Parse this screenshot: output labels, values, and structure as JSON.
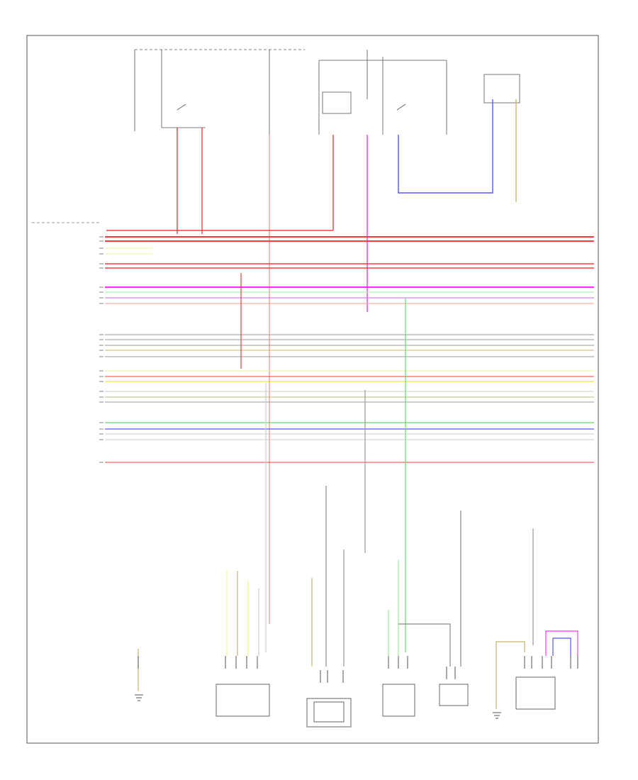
{
  "page": {
    "footer_code": ""
  },
  "colors": {
    "frame": "#555555",
    "red": "#ff3b3b",
    "pink": "#ff9a9a",
    "magenta": "#ff33ff",
    "violet": "#cc66ff",
    "blue": "#5555ff",
    "green": "#66dd66",
    "light_green": "#99ee99",
    "yellow": "#e6e600",
    "light_yellow": "#f2f28c",
    "tan": "#c8b46e",
    "gray": "#9a9a9a",
    "black": "#222222",
    "light_gray": "#cccccc"
  },
  "wires": [
    {
      "color": "red",
      "label": ""
    },
    {
      "color": "red",
      "label": ""
    },
    {
      "color": "light_yellow",
      "label": ""
    },
    {
      "color": "light_yellow",
      "label": ""
    },
    {
      "color": "red",
      "label": ""
    },
    {
      "color": "red",
      "label": ""
    },
    {
      "color": "magenta",
      "label": ""
    },
    {
      "color": "light_green",
      "label": ""
    },
    {
      "color": "violet",
      "label": ""
    },
    {
      "color": "pink",
      "label": ""
    },
    {
      "color": "gray",
      "label": ""
    },
    {
      "color": "gray",
      "label": ""
    },
    {
      "color": "gray",
      "label": ""
    },
    {
      "color": "tan",
      "label": ""
    },
    {
      "color": "gray",
      "label": ""
    },
    {
      "color": "light_yellow",
      "label": ""
    },
    {
      "color": "red",
      "label": ""
    },
    {
      "color": "yellow",
      "label": ""
    },
    {
      "color": "light_gray",
      "label": ""
    },
    {
      "color": "tan",
      "label": ""
    },
    {
      "color": "gray",
      "label": ""
    },
    {
      "color": "green",
      "label": ""
    },
    {
      "color": "blue",
      "label": ""
    },
    {
      "color": "light_gray",
      "label": ""
    },
    {
      "color": "light_gray",
      "label": ""
    },
    {
      "color": "red",
      "label": ""
    }
  ]
}
